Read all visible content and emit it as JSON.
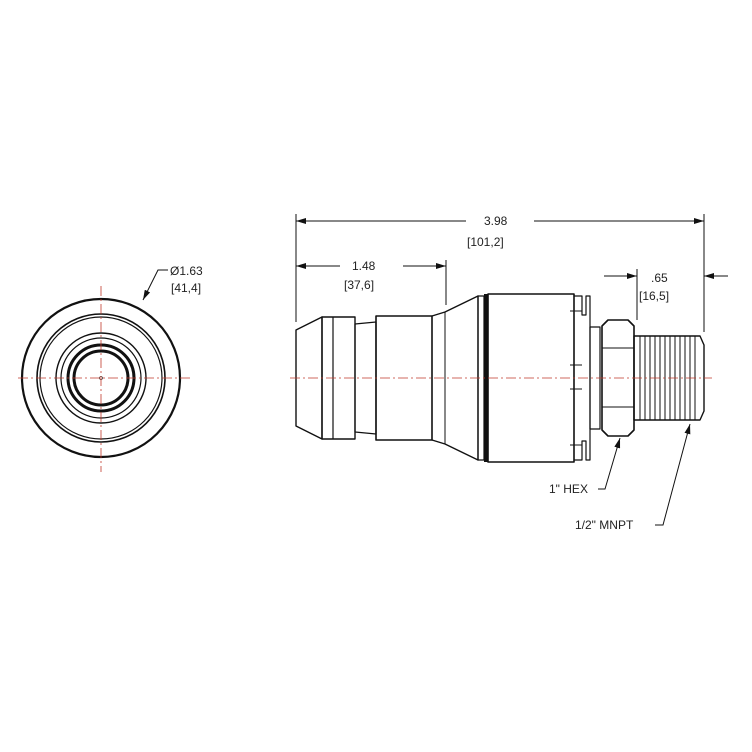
{
  "drawing": {
    "end_view": {
      "diameter_label": "Ø1.63",
      "diameter_metric": "[41,4]"
    },
    "side_view": {
      "overall_length": "3.98",
      "overall_length_metric": "[101,2]",
      "nose_length": "1.48",
      "nose_length_metric": "[37,6]",
      "thread_length": ".65",
      "thread_length_metric": "[16,5]",
      "hex_callout": "1\" HEX",
      "thread_callout": "1/2\" MNPT"
    },
    "colors": {
      "line": "#111111",
      "centerline": "#c0392b",
      "background": "#ffffff"
    }
  }
}
